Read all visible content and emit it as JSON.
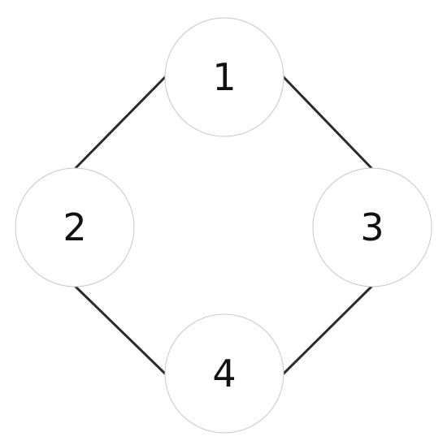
{
  "nodes": [
    {
      "id": "1",
      "label": "1"
    },
    {
      "id": "2",
      "label": "2"
    },
    {
      "id": "3",
      "label": "3"
    },
    {
      "id": "4",
      "label": "4"
    }
  ],
  "edges": [
    {
      "from": "1",
      "to": "2"
    },
    {
      "from": "1",
      "to": "3"
    },
    {
      "from": "2",
      "to": "4"
    },
    {
      "from": "3",
      "to": "4"
    }
  ],
  "colors": {
    "edge": "#2b2b2b",
    "node_fill": "#ffffff",
    "node_stroke": "#c8c8c8",
    "label": "#111111"
  }
}
